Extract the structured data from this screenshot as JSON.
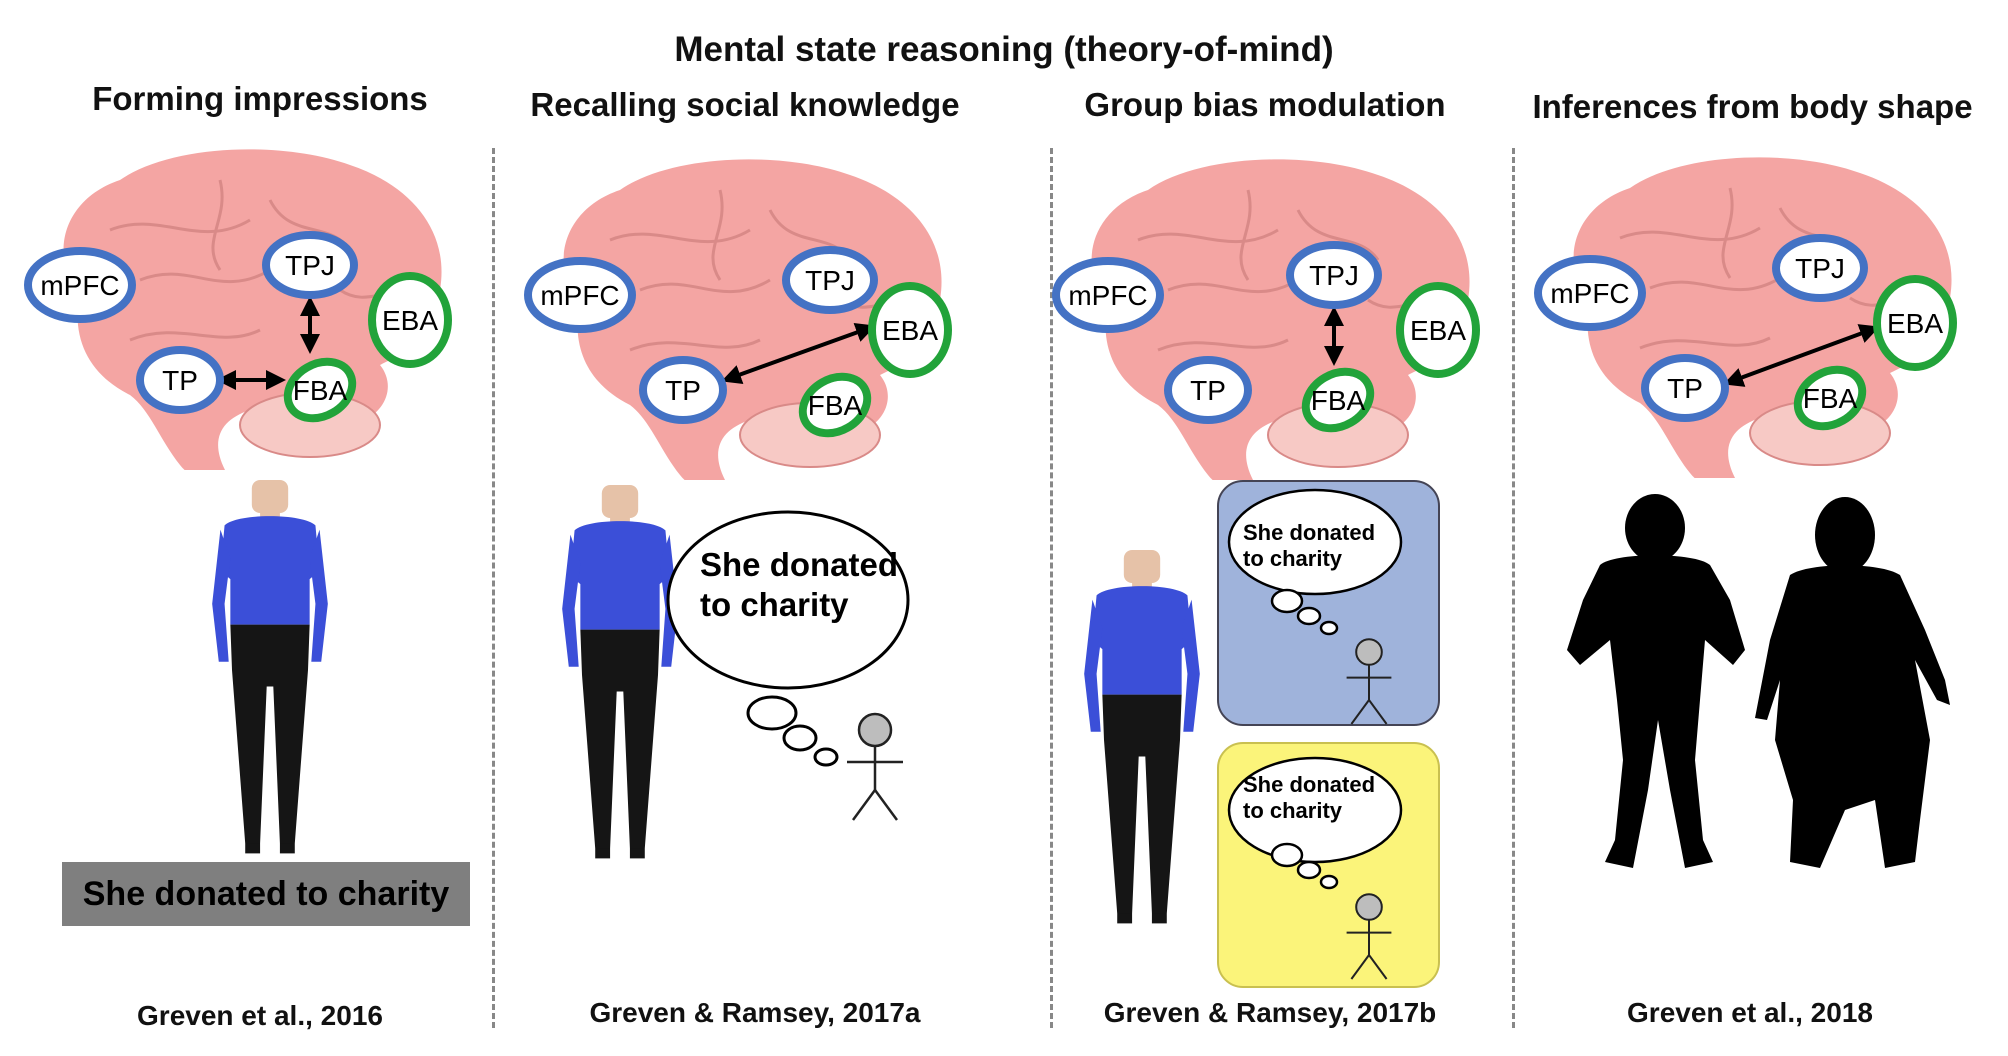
{
  "main_title": "Mental state reasoning (theory-of-mind)",
  "panels": [
    {
      "title": "Forming impressions",
      "citation": "Greven et al., 2016",
      "regions": {
        "mpfc": "mPFC",
        "tpj": "TPJ",
        "tp": "TP",
        "fba": "FBA",
        "eba": "EBA"
      },
      "label": "She donated to charity"
    },
    {
      "title": "Recalling social knowledge",
      "citation": "Greven & Ramsey, 2017a",
      "regions": {
        "mpfc": "mPFC",
        "tpj": "TPJ",
        "tp": "TP",
        "fba": "FBA",
        "eba": "EBA"
      },
      "thought": "She donated to charity"
    },
    {
      "title": "Group bias modulation",
      "citation": "Greven & Ramsey, 2017b",
      "regions": {
        "mpfc": "mPFC",
        "tpj": "TPJ",
        "tp": "TP",
        "fba": "FBA",
        "eba": "EBA"
      },
      "thought_top": "She donated to charity",
      "thought_bottom": "She donated to charity"
    },
    {
      "title": "Inferences from body shape",
      "citation": "Greven et al., 2018",
      "regions": {
        "mpfc": "mPFC",
        "tpj": "TPJ",
        "tp": "TP",
        "fba": "FBA",
        "eba": "EBA"
      }
    }
  ],
  "colors": {
    "brain": "#f4a5a3",
    "brain_sulci": "#d98a88",
    "cerebellum": "#f7c9c5",
    "social_region": "#4472c4",
    "body_region": "#22a33a",
    "shirt": "#3b4fd8",
    "pants": "#151515",
    "card_blue": "#9fb3db",
    "card_yellow": "#fbf47a"
  }
}
